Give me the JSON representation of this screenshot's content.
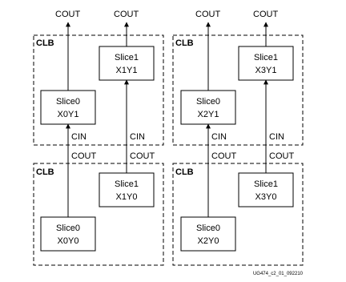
{
  "labels": {
    "cout": "COUT",
    "cin": "CIN",
    "clb": "CLB"
  },
  "slices": {
    "x0y1": {
      "name": "Slice0",
      "coord": "X0Y1"
    },
    "x1y1": {
      "name": "Slice1",
      "coord": "X1Y1"
    },
    "x0y0": {
      "name": "Slice0",
      "coord": "X0Y0"
    },
    "x1y0": {
      "name": "Slice1",
      "coord": "X1Y0"
    },
    "x2y1": {
      "name": "Slice0",
      "coord": "X2Y1"
    },
    "x3y1": {
      "name": "Slice1",
      "coord": "X3Y1"
    },
    "x2y0": {
      "name": "Slice0",
      "coord": "X2Y0"
    },
    "x3y0": {
      "name": "Slice1",
      "coord": "X3Y0"
    }
  },
  "figure_id": "UG474_c2_01_092210"
}
